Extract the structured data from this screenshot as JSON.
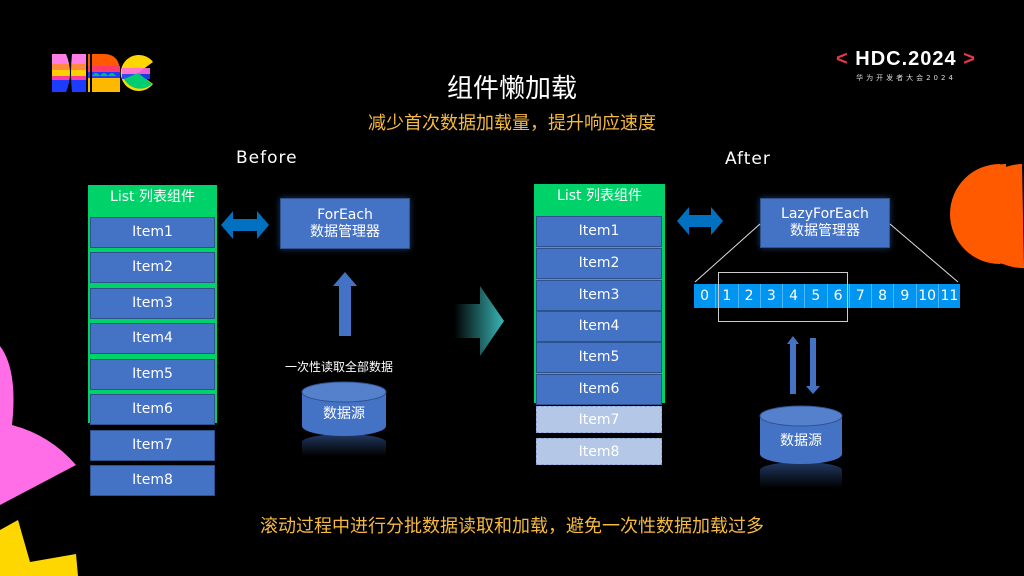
{
  "header": {
    "logo_text": "HDC",
    "badge": {
      "left_bracket": "<",
      "name": "HDC.2024",
      "right_bracket": ">",
      "subtitle": "华为开发者大会2024"
    },
    "title": "组件懒加载",
    "subtitle": "减少首次数据加载量，提升响应速度"
  },
  "before": {
    "label": "Before",
    "list_header": "List 列表组件",
    "items": [
      "Item1",
      "Item2",
      "Item3",
      "Item4",
      "Item5",
      "Item6",
      "Item7",
      "Item8"
    ],
    "manager": {
      "line1": "ForEach",
      "line2": "数据管理器"
    },
    "read_all_label": "一次性读取全部数据",
    "datasource": "数据源"
  },
  "after": {
    "label": "After",
    "list_header": "List 列表组件",
    "items": [
      "Item1",
      "Item2",
      "Item3",
      "Item4",
      "Item5",
      "Item6"
    ],
    "ghost_items": [
      "Item7",
      "Item8"
    ],
    "manager": {
      "line1": "LazyForEach",
      "line2": "数据管理器"
    },
    "indices": [
      "0",
      "1",
      "2",
      "3",
      "4",
      "5",
      "6",
      "7",
      "8",
      "9",
      "10",
      "11"
    ],
    "visible_window": {
      "from_index": 1,
      "to_index": 6
    },
    "datasource": "数据源"
  },
  "footer": "滚动过程中进行分批数据读取和加载，避免一次性数据加载过多",
  "colors": {
    "background": "#000000",
    "list_green": "#00d26a",
    "item_blue": "#4472c4",
    "ghost_item": "#b4c7e7",
    "strip_blue": "#0095f0",
    "accent_orange_text": "#f5b940",
    "bracket_red": "#e8374a",
    "sync_arrow": "#0070c0",
    "transition_arrow": "#3ab7b7",
    "deco_pink": "#ff6ee6",
    "deco_yellow": "#ffd700",
    "deco_orange": "#ff5a00"
  }
}
